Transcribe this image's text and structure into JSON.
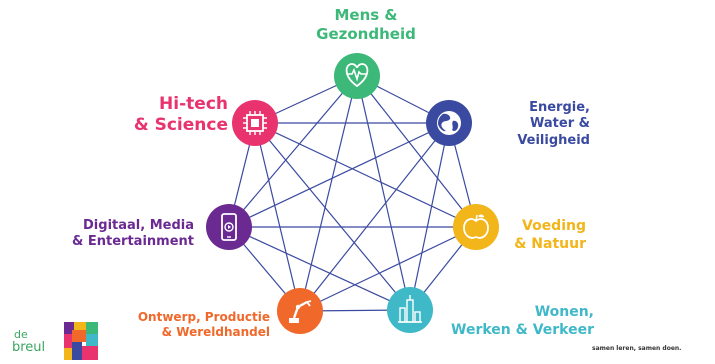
{
  "nodes": [
    {
      "id": "mens",
      "lines": [
        "Mens &",
        "Gezondheid"
      ],
      "color": "#3cb878",
      "icon": "heart-pulse-icon"
    },
    {
      "id": "energie",
      "lines": [
        "Energie,",
        "Water &",
        "Veiligheid"
      ],
      "color": "#3a4aa0",
      "icon": "globe-icon"
    },
    {
      "id": "voeding",
      "lines": [
        "Voeding",
        "& Natuur"
      ],
      "color": "#f2b51a",
      "icon": "apple-icon"
    },
    {
      "id": "wonen",
      "lines": [
        "Wonen,",
        "Werken & Verkeer"
      ],
      "color": "#3fb9c8",
      "icon": "city-icon"
    },
    {
      "id": "ontwerp",
      "lines": [
        "Ontwerp, Productie",
        "& Wereldhandel"
      ],
      "color": "#f0682a",
      "icon": "robot-arm-icon"
    },
    {
      "id": "digi",
      "lines": [
        "Digitaal, Media",
        "& Entertainment"
      ],
      "color": "#6a2a92",
      "icon": "smartphone-icon"
    },
    {
      "id": "hitech",
      "lines": [
        "Hi-tech",
        "& Science"
      ],
      "color": "#e8336e",
      "icon": "chip-icon"
    }
  ],
  "edge_color": "#3a4aa0",
  "logo": {
    "line1": "de",
    "line2": "breul",
    "color": "#3aa561"
  },
  "slogan": "samen leren, samen doen."
}
